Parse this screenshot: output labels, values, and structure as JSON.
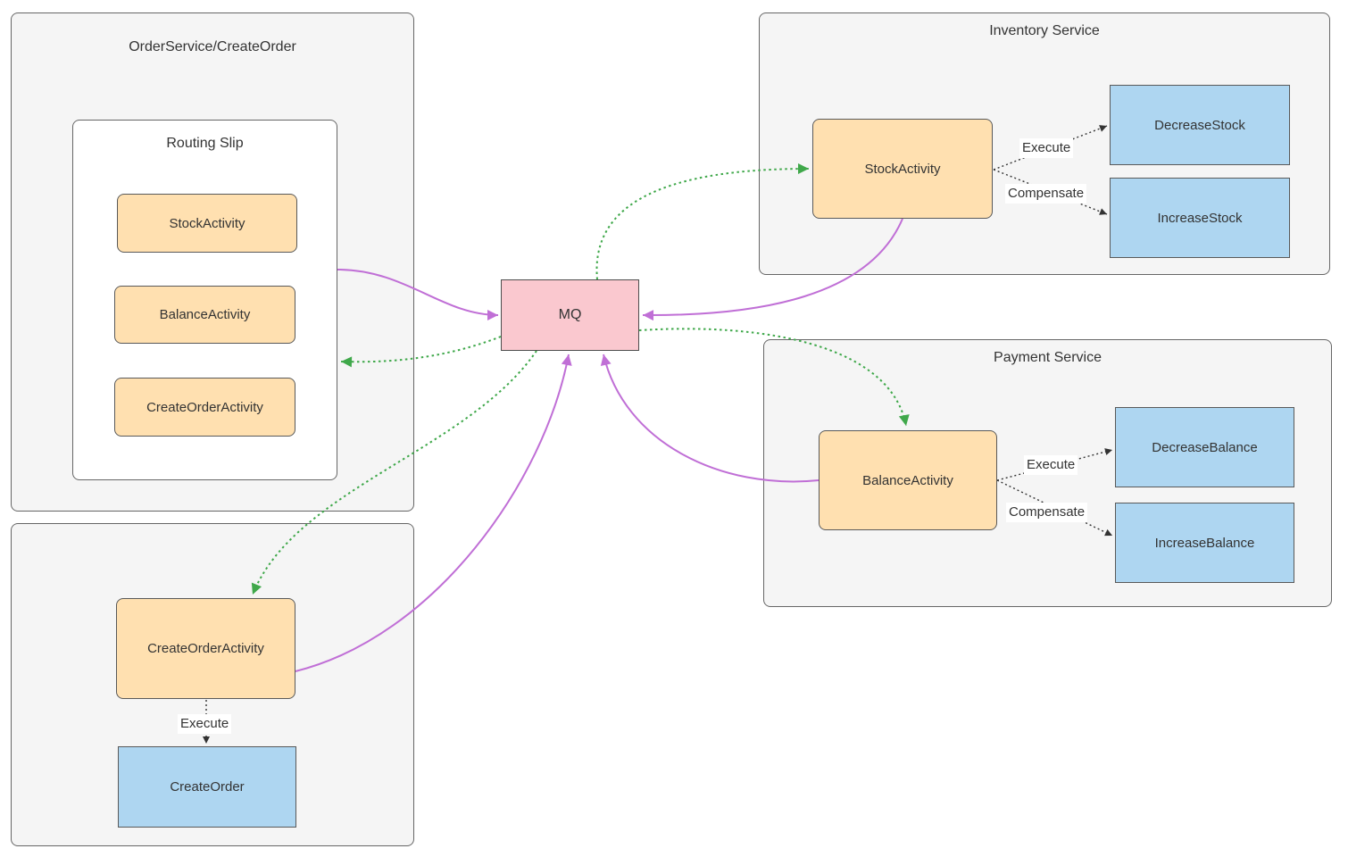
{
  "colors": {
    "container_fill": "#f5f5f5",
    "container_border": "#666666",
    "activity_fill": "#ffe0b0",
    "endpoint_fill": "#aed6f1",
    "mq_fill": "#fac8cf",
    "node_border": "#595959",
    "text": "#333333",
    "publish_arrow": "#c06fd6",
    "consume_arrow": "#3fa84a",
    "invoke_arrow": "#333333"
  },
  "order_service": {
    "title": "OrderService/CreateOrder",
    "routing_slip": {
      "title": "Routing Slip",
      "activities": [
        {
          "label": "StockActivity"
        },
        {
          "label": "BalanceActivity"
        },
        {
          "label": "CreateOrderActivity"
        }
      ]
    }
  },
  "mq": {
    "label": "MQ"
  },
  "inventory_service": {
    "title": "Inventory Service",
    "activity": {
      "label": "StockActivity"
    },
    "execute": {
      "label": "Execute",
      "target": "DecreaseStock"
    },
    "compensate": {
      "label": "Compensate",
      "target": "IncreaseStock"
    }
  },
  "payment_service": {
    "title": "Payment Service",
    "activity": {
      "label": "BalanceActivity"
    },
    "execute": {
      "label": "Execute",
      "target": "DecreaseBalance"
    },
    "compensate": {
      "label": "Compensate",
      "target": "IncreaseBalance"
    }
  },
  "order_worker": {
    "activity": {
      "label": "CreateOrderActivity"
    },
    "execute": {
      "label": "Execute",
      "target": "CreateOrder"
    }
  }
}
